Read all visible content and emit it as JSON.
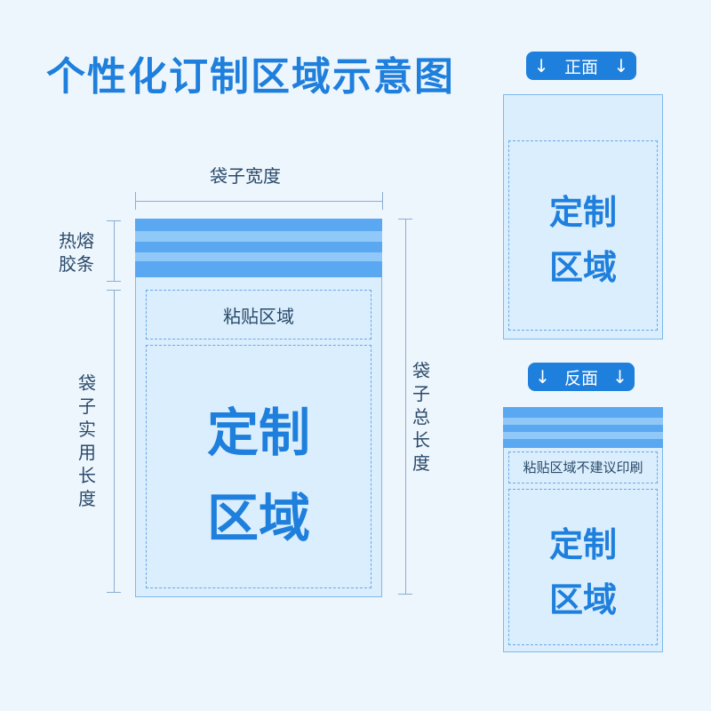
{
  "title": "个性化订制区域示意图",
  "dimensions": {
    "bag_width": "袋子宽度",
    "heat_seal_line1": "热熔",
    "heat_seal_line2": "胶条",
    "usable_length_chars": [
      "袋",
      "子",
      "实",
      "用",
      "长",
      "度"
    ],
    "total_length_chars": [
      "袋",
      "子",
      "总",
      "长",
      "度"
    ]
  },
  "main_bag": {
    "paste_zone": "粘贴区域",
    "custom_line1": "定制",
    "custom_line2": "区域"
  },
  "front": {
    "badge_label": "正面",
    "arrow_icon": "↓",
    "custom_line1": "定制",
    "custom_line2": "区域"
  },
  "back": {
    "badge_label": "反面",
    "arrow_icon": "↓",
    "paste_zone": "粘贴区域不建议印刷",
    "custom_line1": "定制",
    "custom_line2": "区域"
  },
  "colors": {
    "accent": "#1e7fdc",
    "bag_fill": "#dbeefd",
    "stripe_dark": "#5aa7f2",
    "stripe_light": "#90c8f8",
    "background": "#eef6fd"
  }
}
